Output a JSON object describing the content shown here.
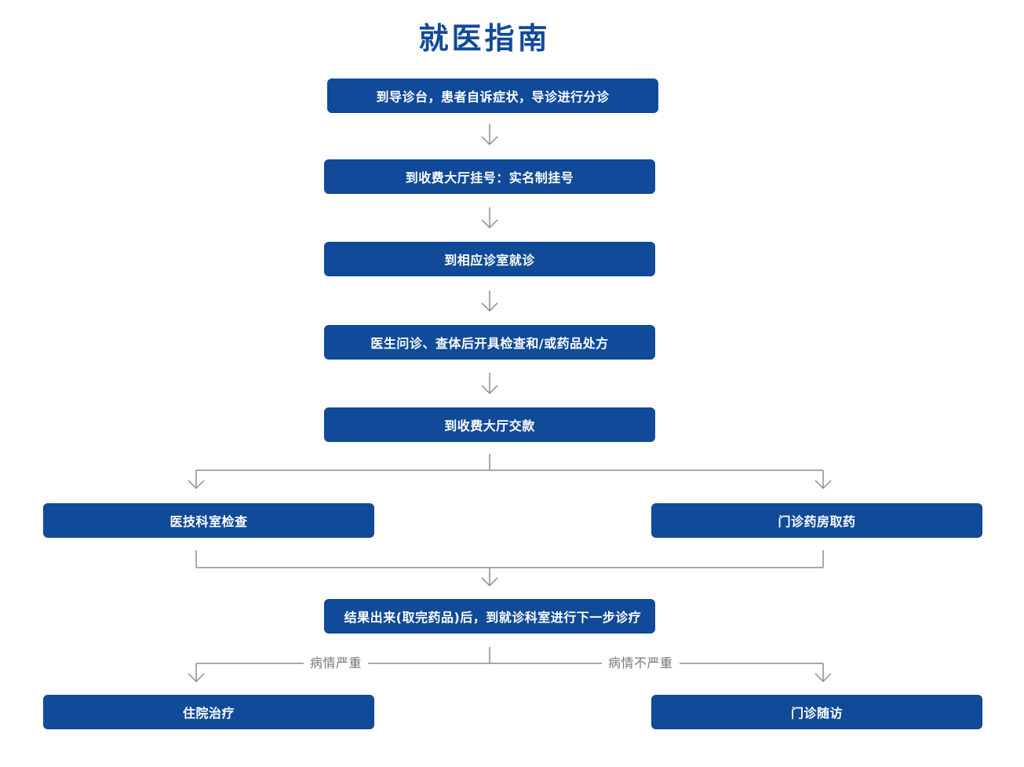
{
  "title": "就医指南",
  "steps": [
    "到导诊台，患者自诉症状，导诊进行分诊",
    "到收费大厅挂号：实名制挂号",
    "到相应诊室就诊",
    "医生问诊、查体后开具检查和/或药品处方",
    "到收费大厅交款"
  ],
  "parallel": {
    "left": "医技科室检查",
    "right": "门诊药房取药"
  },
  "result": "结果出来(取完药品)后，到就诊科室进行下一步诊疗",
  "branches": {
    "left_condition": "病情严重",
    "right_condition": "病情不严重",
    "left_outcome": "住院治疗",
    "right_outcome": "门诊随访"
  },
  "colors": {
    "box": "#104a99",
    "title": "#104a99",
    "connector": "#8c8c8c",
    "label": "#777777"
  }
}
